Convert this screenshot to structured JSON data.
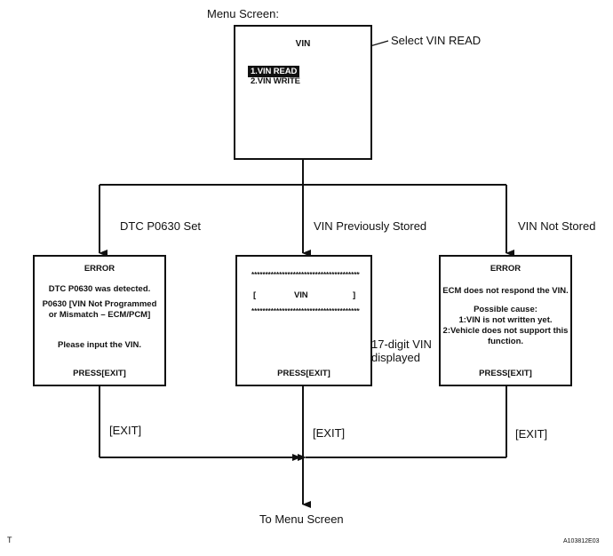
{
  "menu_label": "Menu Screen:",
  "menu_box": {
    "title": "VIN",
    "items": [
      "1.VIN READ",
      "2.VIN WRITE"
    ],
    "selected_index": 0
  },
  "select_callout": "Select VIN READ",
  "branches": {
    "left": "DTC P0630 Set",
    "middle": "VIN Previously Stored",
    "right": "VIN Not Stored"
  },
  "box_left": {
    "title": "ERROR",
    "line1": "DTC P0630 was detected.",
    "line2a": "P0630  [VIN Not Programmed",
    "line2b": "or Mismatch – ECM/PCM]",
    "line3": "Please input the VIN.",
    "press": "PRESS[EXIT]"
  },
  "box_middle": {
    "dots": "**********************************************",
    "bracket_open": "[",
    "vin": "VIN",
    "bracket_close": "]",
    "press": "PRESS[EXIT]"
  },
  "vin_callout": {
    "line1": "17-digit VIN",
    "line2": "displayed"
  },
  "box_right": {
    "title": "ERROR",
    "line1": "ECM does not respond the VIN.",
    "cause_title": "Possible cause:",
    "cause1": "1:VIN is not written yet.",
    "cause2a": "2:Vehicle does not support this",
    "cause2b": "function.",
    "press": "PRESS[EXIT]"
  },
  "exit_labels": {
    "left": "[EXIT]",
    "middle": "[EXIT]",
    "right": "[EXIT]"
  },
  "return_label": "To Menu Screen",
  "footer_left": "T",
  "footer_right": "A103812E03"
}
